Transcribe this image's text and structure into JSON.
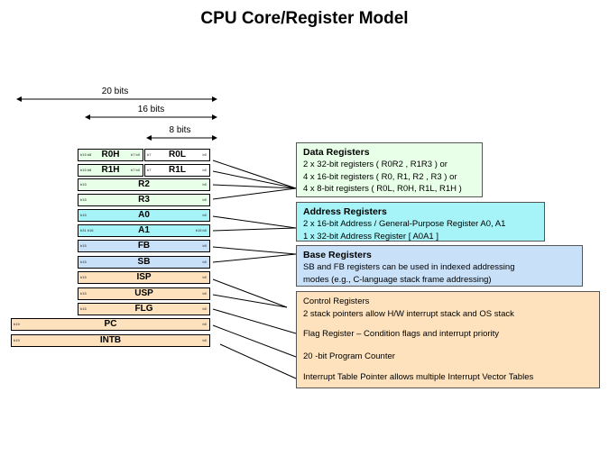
{
  "title": "CPU Core/Register Model",
  "dimensions": {
    "bits20": "20 bits",
    "bits16": "16 bits",
    "bits8": "8 bits"
  },
  "registers": {
    "r0h": {
      "name": "R0H",
      "lt": "b15 b8",
      "rt": "b7 b0"
    },
    "r0l": {
      "name": "R0L",
      "lt": "b7",
      "rt": "b0"
    },
    "r1h": {
      "name": "R1H",
      "lt": "b15 b8",
      "rt": "b7 b0"
    },
    "r1l": {
      "name": "R1L",
      "lt": "b7",
      "rt": "b0"
    },
    "r2": {
      "name": "R2",
      "lt": "b15",
      "rt": "b0"
    },
    "r3": {
      "name": "R3",
      "lt": "b15",
      "rt": "b0"
    },
    "a0": {
      "name": "A0",
      "lt": "b15",
      "rt": "b0"
    },
    "a1": {
      "name": "A1",
      "lt": "b31 b16",
      "rt": "b15 b0"
    },
    "fb": {
      "name": "FB",
      "lt": "b15",
      "rt": "b0"
    },
    "sb": {
      "name": "SB",
      "lt": "b15",
      "rt": "b0"
    },
    "isp": {
      "name": "ISP",
      "lt": "b15",
      "rt": "b0"
    },
    "usp": {
      "name": "USP",
      "lt": "b15",
      "rt": "b0"
    },
    "flg": {
      "name": "FLG",
      "lt": "b15",
      "rt": "b0"
    },
    "pc": {
      "name": "PC",
      "lt": "b19",
      "rt": "b0"
    },
    "intb": {
      "name": "INTB",
      "lt": "b19",
      "rt": "b0"
    }
  },
  "boxes": {
    "data": {
      "heading": "Data Registers",
      "lines": [
        "2 x 32-bit registers ( R0R2 , R1R3 ) or",
        "4 x 16-bit registers ( R0, R1, R2 , R3 ) or",
        "4 x  8-bit registers ( R0L, R0H, R1L, R1H )"
      ]
    },
    "address": {
      "heading": "Address Registers",
      "lines": [
        "2 x 16-bit Address / General-Purpose Register A0, A1",
        "1 x 32-bit Address Register [ A0A1 ]"
      ]
    },
    "base": {
      "heading": "Base Registers",
      "lines": [
        "SB and FB registers can be used in indexed addressing",
        "modes (e.g., C-language stack frame addressing)"
      ]
    },
    "control": {
      "lines": [
        "Control Registers",
        "2 stack pointers allow H/W interrupt stack and OS stack",
        "Flag Register   – Condition flags and interrupt priority",
        "20 -bit Program Counter",
        "Interrupt Table Pointer allows multiple Interrupt Vector Tables"
      ]
    }
  },
  "colors": {
    "data": "#e8ffe8",
    "address": "#a6f4f8",
    "base": "#c8e0f8",
    "control": "#fde2bd"
  }
}
